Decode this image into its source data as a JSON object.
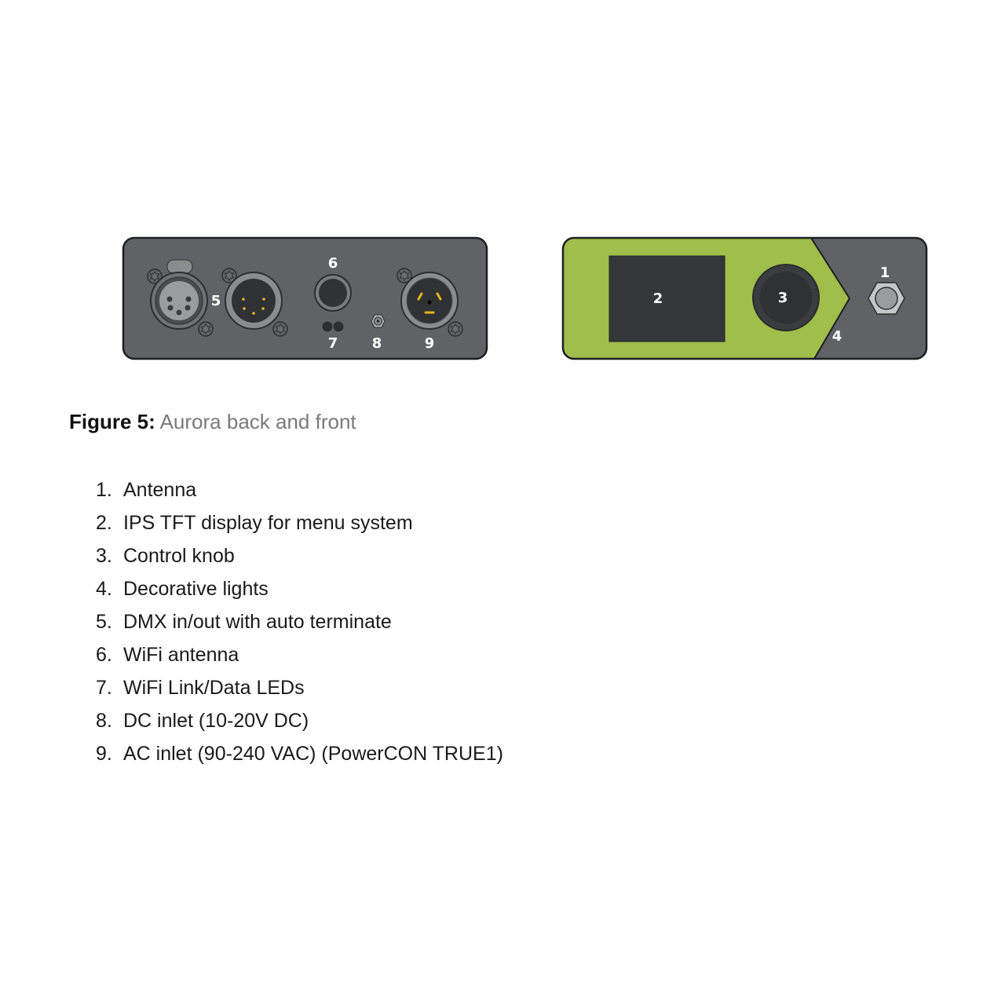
{
  "figure": {
    "back_labels": [
      "5",
      "6",
      "7",
      "8",
      "9"
    ],
    "front_labels": [
      "1",
      "2",
      "3",
      "4"
    ],
    "colors": {
      "panel": "#606265",
      "green": "#9fbe4a",
      "dark": "#33373a",
      "gold": "#e8b31c"
    }
  },
  "caption": {
    "prefix": "Figure 5:",
    "text": "Aurora back and front"
  },
  "items": [
    {
      "num": "1.",
      "text": "Antenna"
    },
    {
      "num": "2.",
      "text": "IPS TFT display for menu system"
    },
    {
      "num": "3.",
      "text": "Control knob"
    },
    {
      "num": "4.",
      "text": "Decorative lights"
    },
    {
      "num": "5.",
      "text": "DMX in/out with auto terminate"
    },
    {
      "num": "6.",
      "text": "WiFi antenna"
    },
    {
      "num": "7.",
      "text": "WiFi Link/Data LEDs"
    },
    {
      "num": "8.",
      "text": "DC inlet (10-20V DC)"
    },
    {
      "num": "9.",
      "text": "AC inlet (90-240 VAC) (PowerCON TRUE1)"
    }
  ]
}
